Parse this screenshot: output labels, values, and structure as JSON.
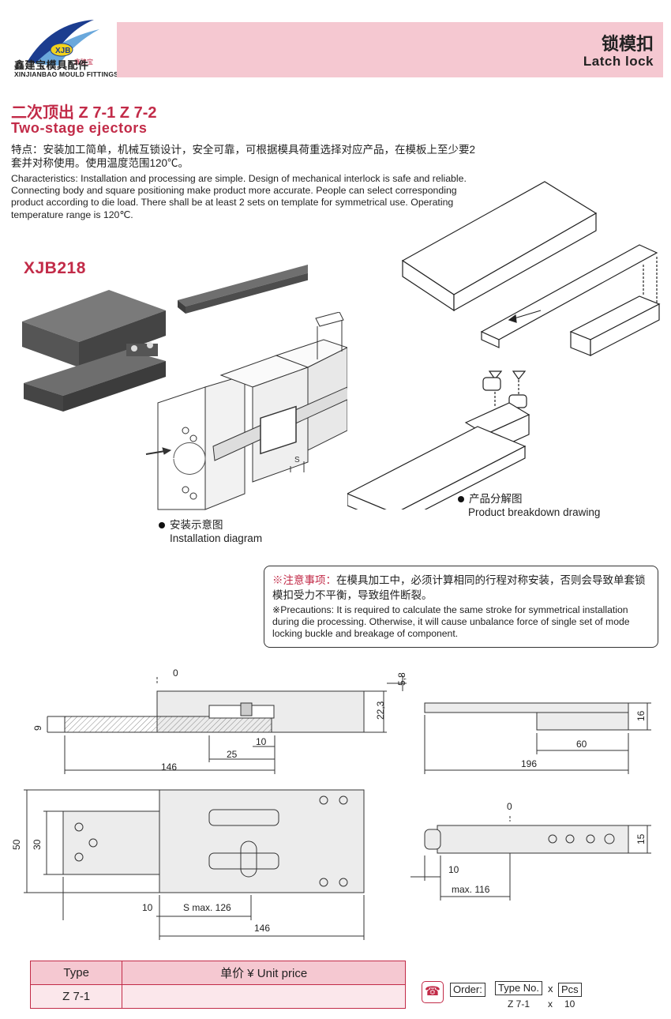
{
  "brand": {
    "logo_text": "XJB",
    "logo_small": "鑫建宝",
    "name_cn": "鑫建宝模具配件",
    "name_en": "XINJIANBAO MOULD FITTINGS"
  },
  "header": {
    "title_cn": "锁模扣",
    "title_en": "Latch lock"
  },
  "section": {
    "title_cn": "二次顶出  Z 7-1  Z 7-2",
    "title_en": "Two-stage ejectors",
    "features_cn": "特点：安装加工简单，机械互锁设计，安全可靠，可根据模具荷重选择对应产品，在模板上至少要2套并对称使用。使用温度范围120℃。",
    "features_en": "Characteristics: Installation and processing are simple. Design of mechanical interlock is safe and reliable. Connecting body and square positioning make product more accurate. People can select corresponding product according to die load. There shall be at least 2 sets on template for symmetrical use. Operating temperature range is 120℃.",
    "model": "XJB218"
  },
  "captions": {
    "install_cn": "安装示意图",
    "install_en": "Installation diagram",
    "breakdown_cn": "产品分解图",
    "breakdown_en": "Product breakdown drawing",
    "s_label": "S"
  },
  "notice": {
    "label_cn": "※注意事项：",
    "text_cn": "在模具加工中，必须计算相同的行程对称安装，否则会导致单套锁模扣受力不平衡，导致组件断裂。",
    "text_en": "※Precautions: It is required to calculate the same stroke for symmetrical installation during die processing. Otherwise, it will cause unbalance force of single set of mode locking buckle and breakage of component."
  },
  "dimensions": {
    "side": {
      "zero": "0",
      "d58": "5,8",
      "d223": "22,3",
      "d9": "9",
      "d10": "10",
      "d25": "25",
      "d146": "146"
    },
    "slider_side": {
      "d16": "16",
      "d60": "60",
      "d196": "196"
    },
    "top": {
      "d50": "50",
      "d30": "30",
      "d10": "10",
      "smax": "S max. 126",
      "d146": "146"
    },
    "slider_top": {
      "zero": "0",
      "d15": "15",
      "d10": "10",
      "max": "max. 116"
    }
  },
  "price_table": {
    "headers": [
      "Type",
      "单价 ¥ Unit price"
    ],
    "rows": [
      [
        "Z 7-1",
        ""
      ]
    ]
  },
  "order": {
    "label": "Order:",
    "type_no": "Type No.",
    "x": "x",
    "pcs": "Pcs",
    "ex_type": "Z 7-1",
    "ex_x": "x",
    "ex_qty": "10"
  },
  "colors": {
    "accent": "#c22b48",
    "band": "#f5c8d1",
    "logo_blue": "#1c3d8f"
  }
}
